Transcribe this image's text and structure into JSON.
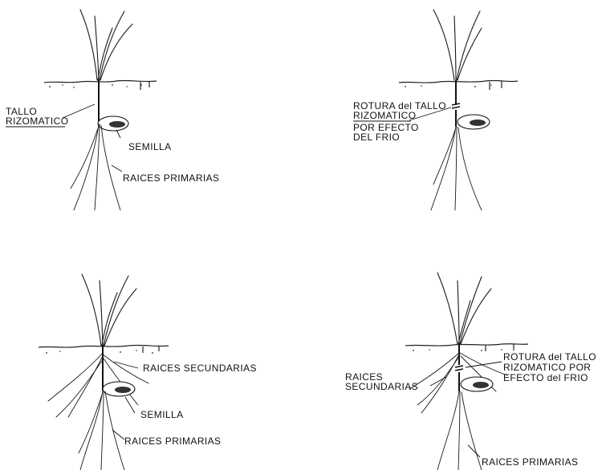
{
  "panels": {
    "top_left": {
      "stem_label_1": "TALLO",
      "stem_label_2": "RIZOMATICO",
      "seed_label": "SEMILLA",
      "primary_roots_label": "RAICES PRIMARIAS"
    },
    "top_right": {
      "break_label_1": "ROTURA del TALLO",
      "break_label_2": "RIZOMATICO",
      "break_label_3": "POR EFECTO",
      "break_label_4": "DEL FRIO"
    },
    "bottom_left": {
      "secondary_roots_label": "RAICES SECUNDARIAS",
      "seed_label": "SEMILLA",
      "primary_roots_label": "RAICES PRIMARIAS"
    },
    "bottom_right": {
      "break_label_1": "ROTURA del TALLO",
      "break_label_2": "RIZOMATICO POR",
      "break_label_3": "EFECTO del FRIO",
      "secondary_roots_label_1": "RAICES",
      "secondary_roots_label_2": "SECUNDARIAS",
      "primary_roots_label": "RAICES PRIMARIAS"
    }
  }
}
